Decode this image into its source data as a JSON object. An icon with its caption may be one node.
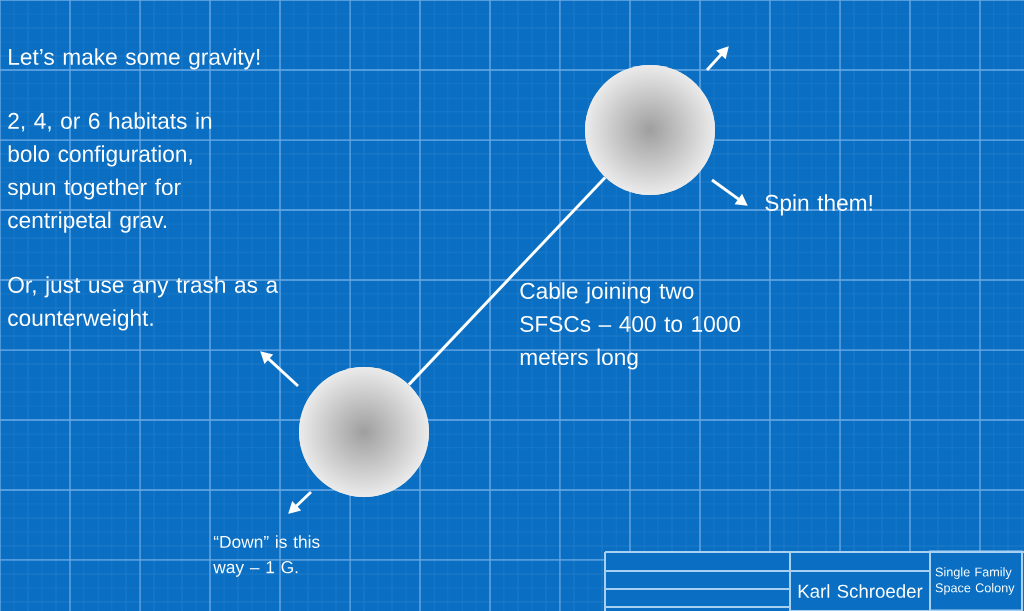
{
  "diagram": {
    "nodes": [
      {
        "text": [],
        "shape": "circle"
      },
      {
        "text": [],
        "shape": "circle"
      },
      {
        "text": [
          "Karl Schroeder"
        ]
      },
      {
        "text": [
          "Single Family Space Colony"
        ]
      }
    ],
    "edges": [
      {
        "from": 0,
        "to": 1,
        "arrow": "none"
      }
    ],
    "labels": [
      "Let’s make some gravity!",
      "2, 4, or 6 habitats in bolo configuration, spun together for centripetal grav.",
      "Or, just use any trash as a counterweight.",
      "Spin them!",
      "Cable joining two SFSCs – 400 to 1000 meters long",
      "“Down” is this way – 1 G."
    ]
  }
}
